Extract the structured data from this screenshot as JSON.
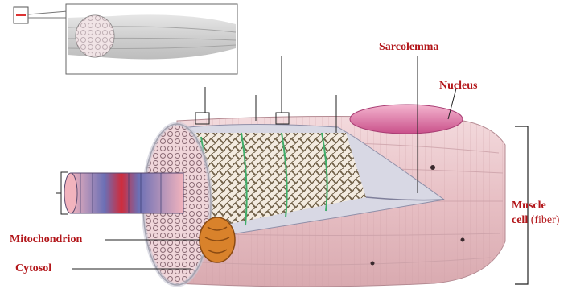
{
  "labels": {
    "sarcolemma": "Sarcolemma",
    "nucleus": "Nucleus",
    "mitochondrion": "Mitochondrion",
    "cytosol": "Cytosol",
    "muscle_cell_line1": "Muscle",
    "muscle_cell_line2_a": "cell ",
    "muscle_cell_line2_b": "(fiber)"
  },
  "colors": {
    "label_red": "#b3171b",
    "fiber_pink": "#e8c4c8",
    "nucleus": "#d46a9a",
    "mitochondrion": "#d9822b",
    "myofibril_blue": "#6b6fb5"
  }
}
